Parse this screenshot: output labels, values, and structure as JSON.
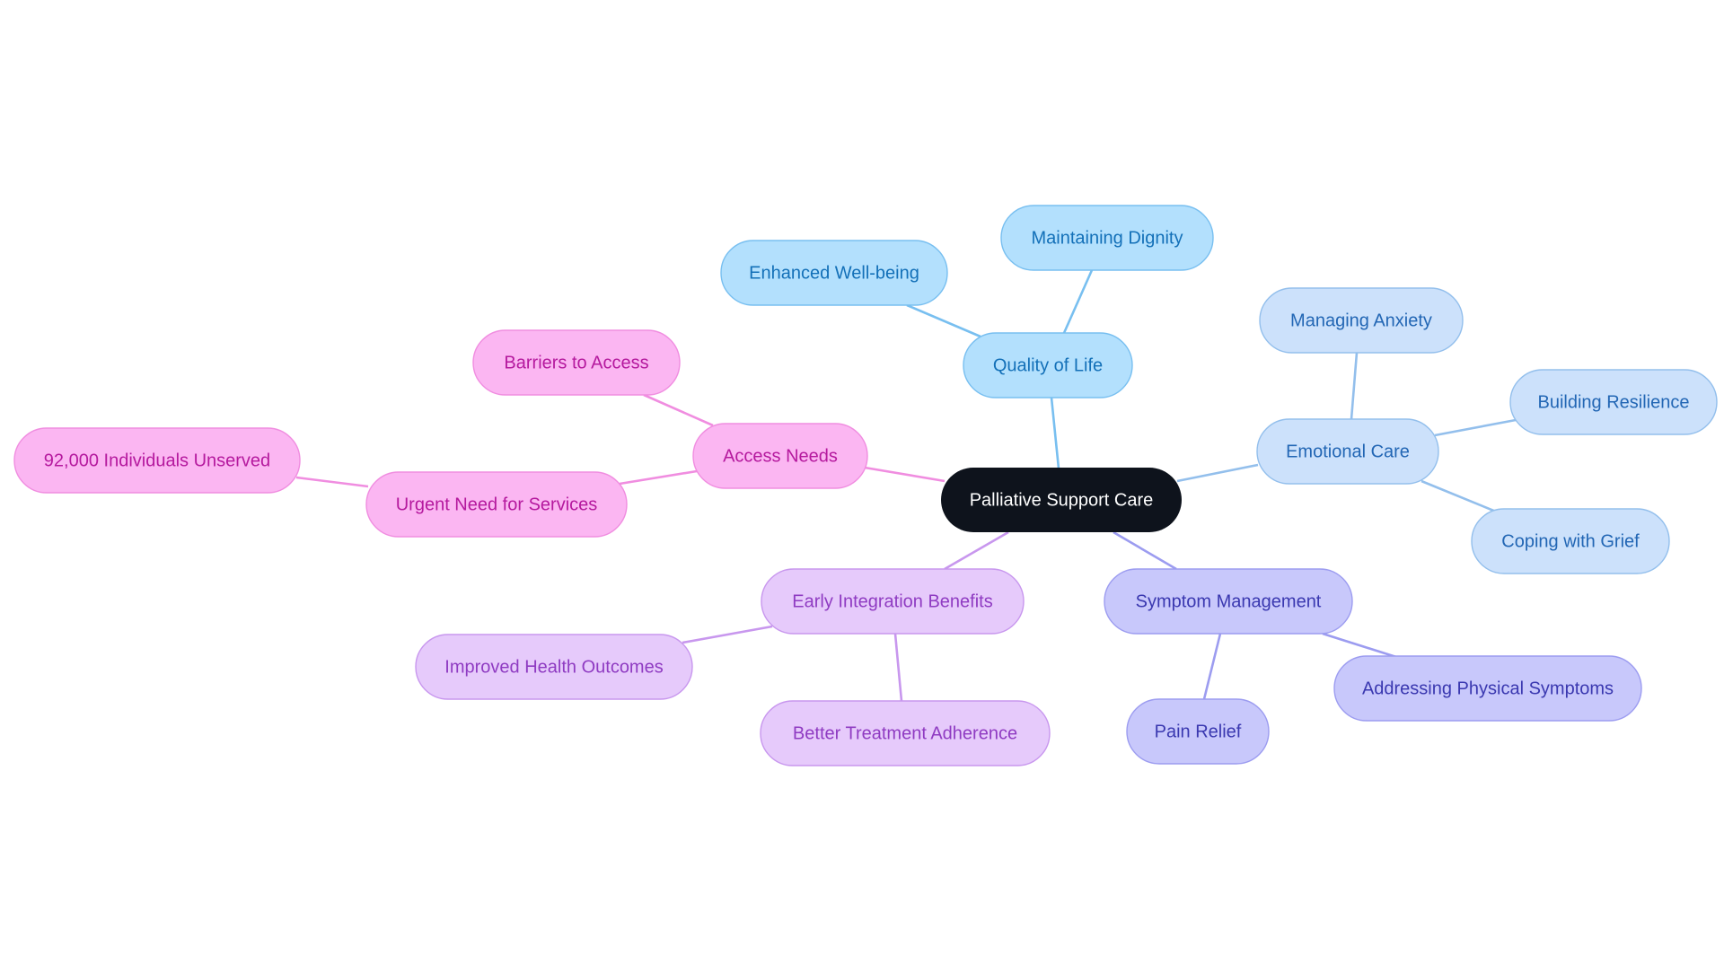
{
  "mindmap": {
    "root": {
      "id": "root",
      "label": "Palliative Support Care",
      "fill": "#0e131c",
      "text_color": "#ffffff"
    },
    "branches": [
      {
        "id": "quality-of-life",
        "label": "Quality of Life",
        "fill": "#b3e0fd",
        "stroke": "#78bff0",
        "text_color": "#1370b8",
        "edge_color": "#78bff0",
        "children": [
          {
            "id": "enhanced-well-being",
            "label": "Enhanced Well-being"
          },
          {
            "id": "maintaining-dignity",
            "label": "Maintaining Dignity"
          }
        ]
      },
      {
        "id": "emotional-care",
        "label": "Emotional Care",
        "fill": "#cce1fb",
        "stroke": "#93bfec",
        "text_color": "#2266b4",
        "edge_color": "#93bfec",
        "children": [
          {
            "id": "managing-anxiety",
            "label": "Managing Anxiety"
          },
          {
            "id": "building-resilience",
            "label": "Building Resilience"
          },
          {
            "id": "coping-with-grief",
            "label": "Coping with Grief"
          }
        ]
      },
      {
        "id": "symptom-management",
        "label": "Symptom Management",
        "fill": "#c8c8fb",
        "stroke": "#9c9cf0",
        "text_color": "#3a38b0",
        "edge_color": "#9c9cf0",
        "children": [
          {
            "id": "addressing-physical-symptoms",
            "label": "Addressing Physical Symptoms"
          },
          {
            "id": "pain-relief",
            "label": "Pain Relief"
          }
        ]
      },
      {
        "id": "early-integration-benefits",
        "label": "Early Integration Benefits",
        "fill": "#e6cafb",
        "stroke": "#c897ee",
        "text_color": "#8f3bc2",
        "edge_color": "#c897ee",
        "children": [
          {
            "id": "improved-health-outcomes",
            "label": "Improved Health Outcomes"
          },
          {
            "id": "better-treatment-adherence",
            "label": "Better Treatment Adherence"
          }
        ]
      },
      {
        "id": "access-needs",
        "label": "Access Needs",
        "fill": "#fbb6f2",
        "stroke": "#f08de0",
        "text_color": "#b5199e",
        "edge_color": "#f08de0",
        "children": [
          {
            "id": "barriers-to-access",
            "label": "Barriers to Access"
          },
          {
            "id": "urgent-need-for-services",
            "label": "Urgent Need for Services",
            "children": [
              {
                "id": "individuals-unserved",
                "label": "92,000 Individuals Unserved"
              }
            ]
          }
        ]
      }
    ]
  }
}
